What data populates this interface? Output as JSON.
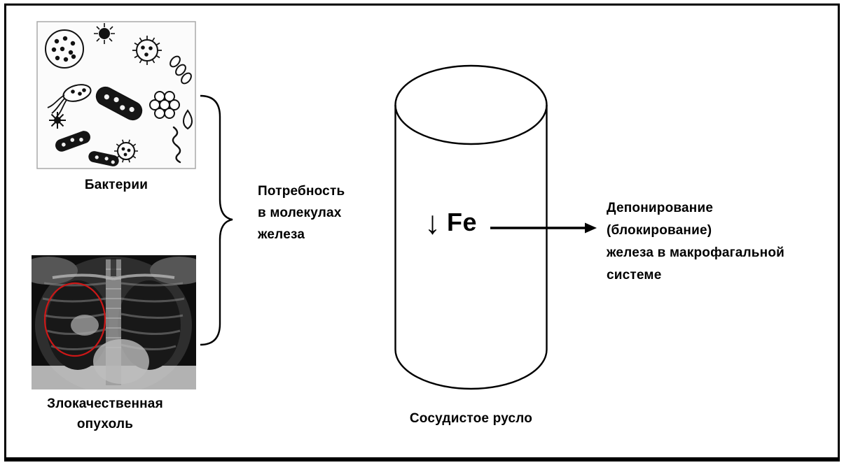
{
  "frame": {
    "background": "#ffffff",
    "border_color": "#000000"
  },
  "left_panel": {
    "bacteria": {
      "image": "bacteria-illustration",
      "label": "Бактерии"
    },
    "tumor": {
      "image": "chest-xray-with-tumor-highlight",
      "label": "Злокачественная\nопухоль",
      "highlight_color": "#cc1717"
    },
    "brace_text": "Потребность\nв молекулах\nжелеза"
  },
  "vessel": {
    "fe_trend_icon": "↓",
    "fe_symbol": "Fe",
    "label": "Сосудистое русло"
  },
  "right_panel": {
    "deposition_text": "Депонирование\n(блокирование)\nжелеза в макрофагальной\nсистеме"
  }
}
